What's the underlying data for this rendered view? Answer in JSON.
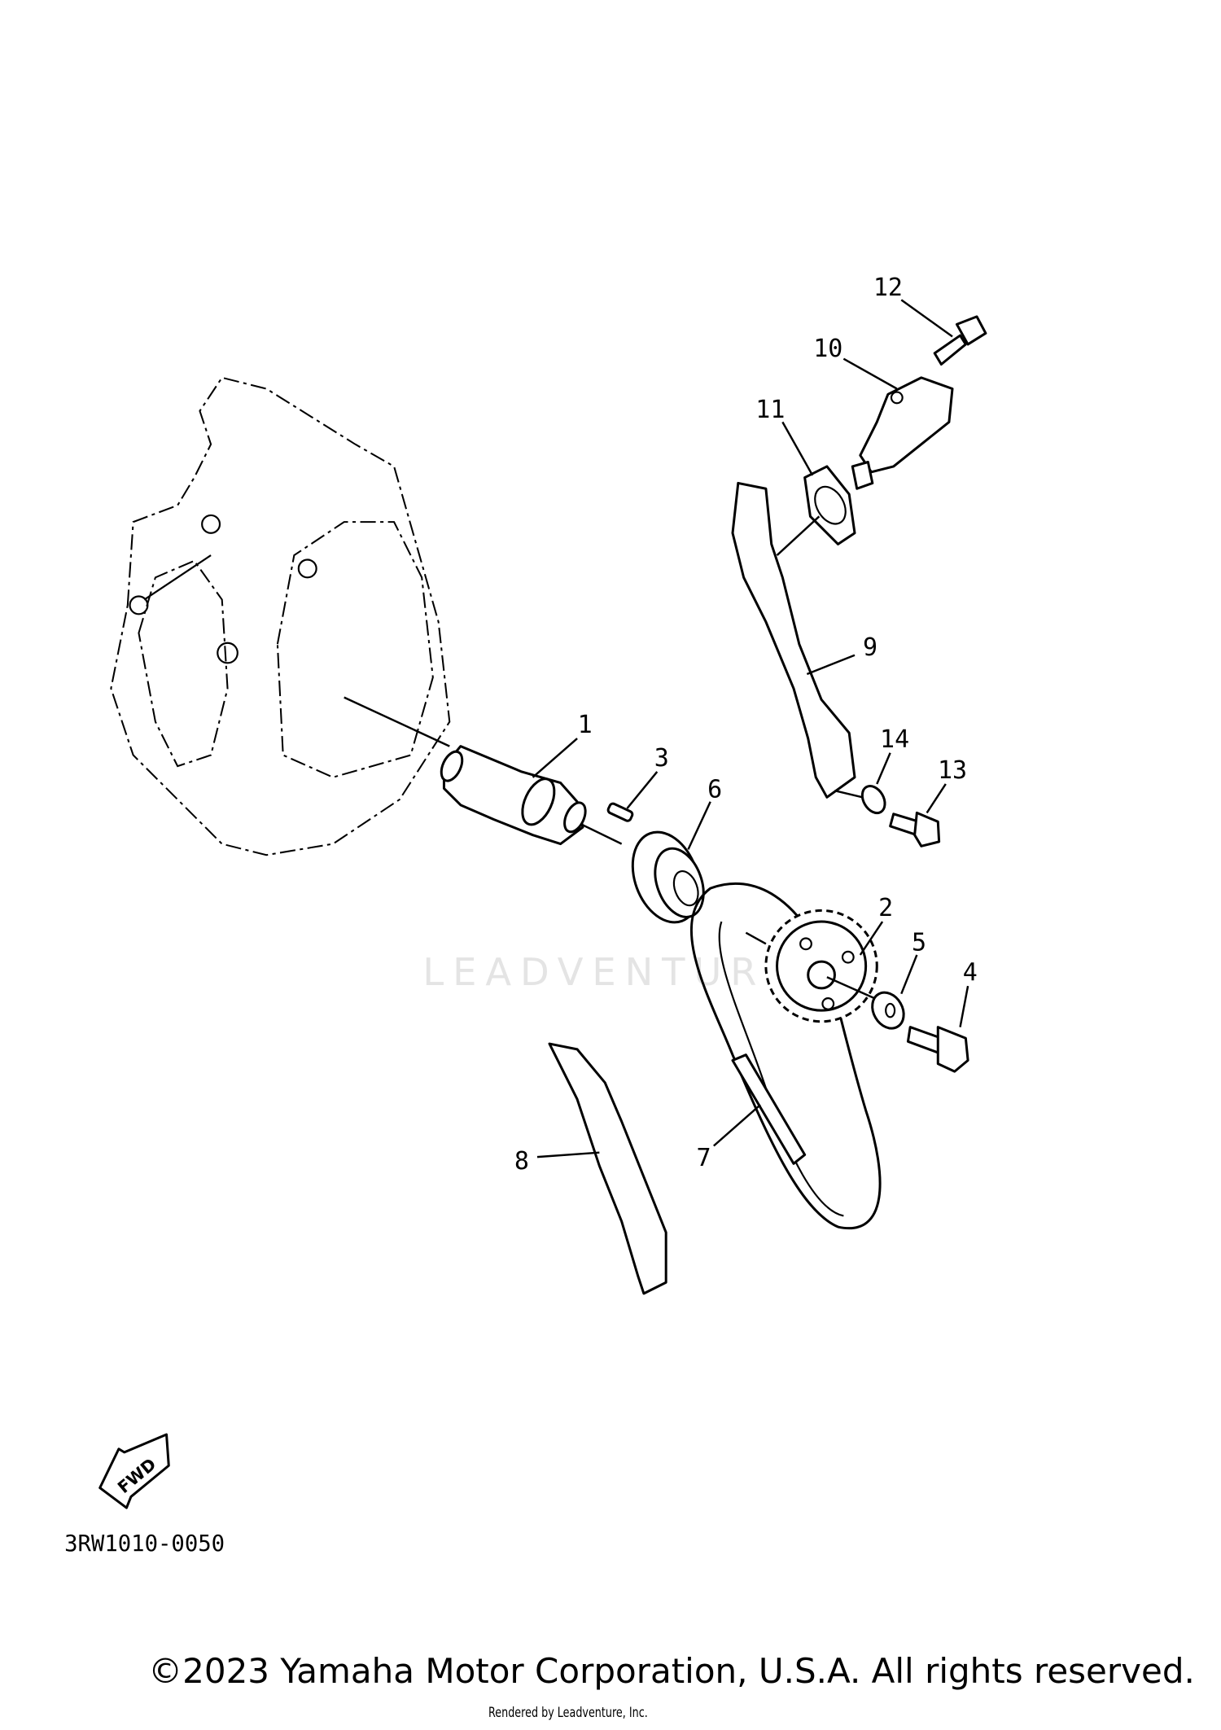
{
  "diagram": {
    "watermark": "LEADVENTURE",
    "diagram_code": "3RW1010-0050",
    "direction_marker": "FWD",
    "callouts": [
      "1",
      "2",
      "3",
      "4",
      "5",
      "6",
      "7",
      "8",
      "9",
      "10",
      "11",
      "12",
      "13",
      "14"
    ]
  },
  "footer": {
    "copyright": "©2023 Yamaha Motor Corporation, U.S.A. All rights reserved.",
    "rendered_by": "Rendered by Leadventure, Inc."
  }
}
